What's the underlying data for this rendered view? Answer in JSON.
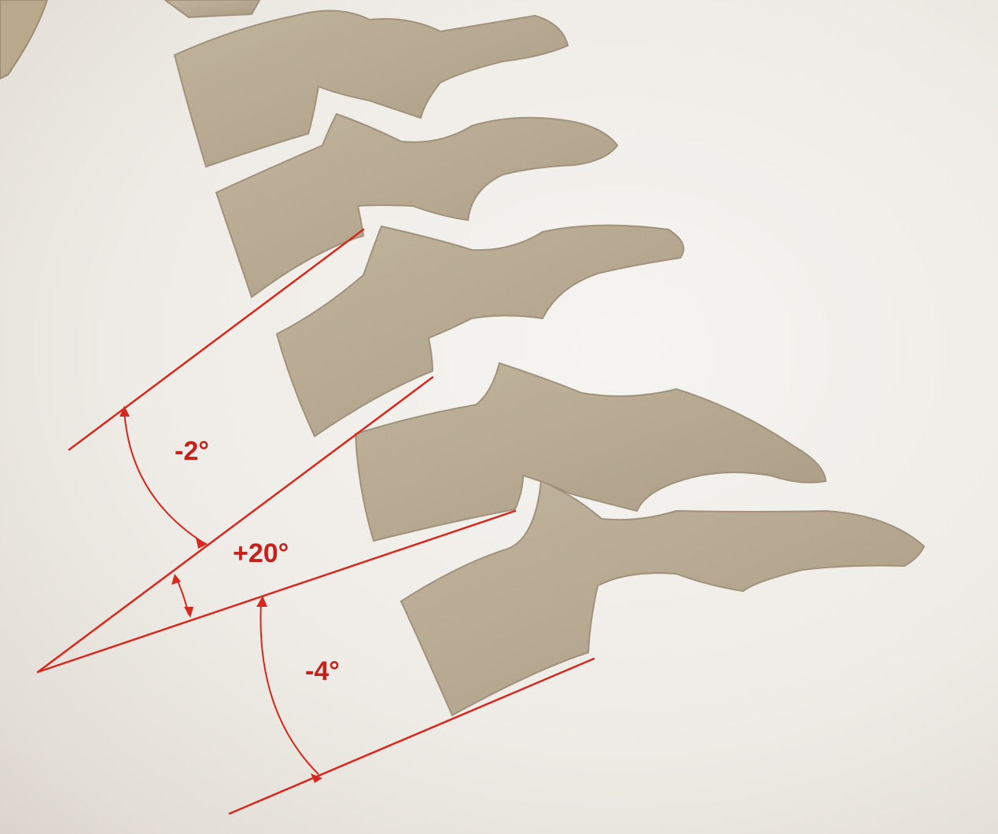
{
  "labels": {
    "angle_upper": "-2°",
    "angle_middle": "+20°",
    "angle_lower": "-4°"
  },
  "colors": {
    "line": "#d8281e",
    "label": "#c8201a",
    "bone": "#b8aa92",
    "background": "#efece7"
  }
}
